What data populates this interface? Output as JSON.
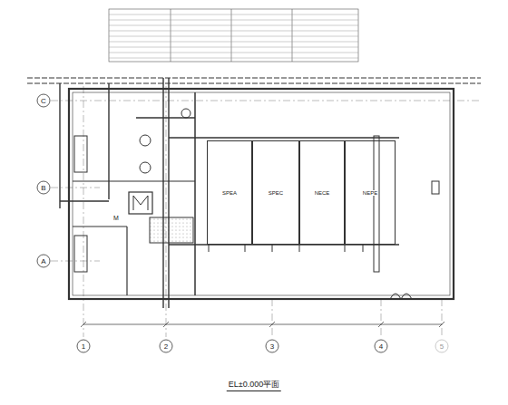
{
  "diagram": {
    "title": "EL±0.000平面",
    "nodes": [
      {
        "text": [
          "SPEA"
        ]
      },
      {
        "text": [
          "SPEC"
        ]
      },
      {
        "text": [
          "NECE"
        ]
      },
      {
        "text": [
          "NEPE"
        ]
      }
    ],
    "labels": [
      "1",
      "2",
      "3",
      "4",
      "5",
      "A",
      "B",
      "C",
      "M"
    ]
  }
}
